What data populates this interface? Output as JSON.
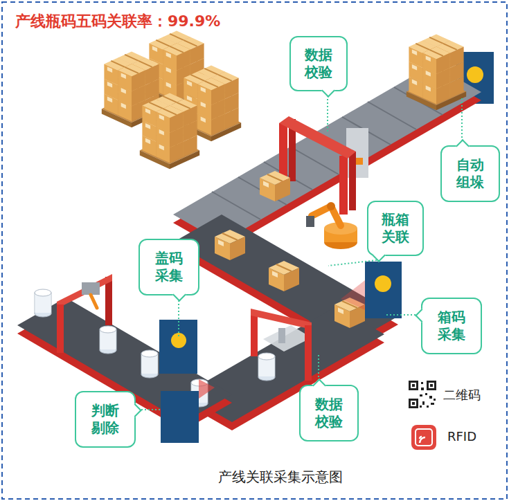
{
  "diagram": {
    "title": "产线瓶码五码关联率：99.9%",
    "caption": "产线关联采集示意图",
    "nodes": [
      {
        "text": [
          "数据 校验"
        ]
      },
      {
        "text": [
          "自动 组垛"
        ]
      },
      {
        "text": [
          "瓶箱 关联"
        ]
      },
      {
        "text": [
          "盖码 采集"
        ]
      },
      {
        "text": [
          "箱码 采集"
        ]
      },
      {
        "text": [
          "判断 剔除"
        ]
      },
      {
        "text": [
          "数据 校验"
        ]
      }
    ],
    "legend": [
      {
        "text": "二维码"
      },
      {
        "text": "RFID"
      }
    ]
  }
}
